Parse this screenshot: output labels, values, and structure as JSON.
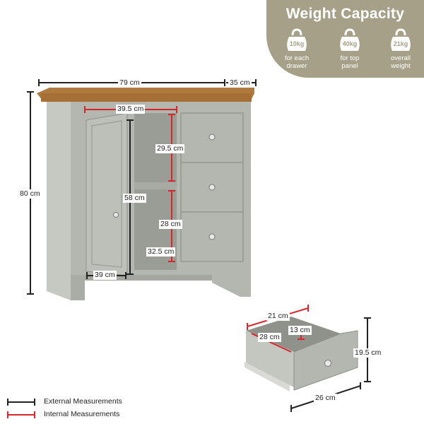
{
  "weight_capacity": {
    "title": "Weight Capacity",
    "items": [
      {
        "weight": "10kg",
        "caption_line1": "for each",
        "caption_line2": "drawer"
      },
      {
        "weight": "40kg",
        "caption_line1": "for top",
        "caption_line2": "panel"
      },
      {
        "weight": "21kg",
        "caption_line1": "overall",
        "caption_line2": "weight"
      }
    ]
  },
  "measurements": {
    "width": "79 cm",
    "depth": "35 cm",
    "height": "80 cm",
    "internal_width": "39.5 cm",
    "shelf_upper": "29.5 cm",
    "door_height": "58 cm",
    "shelf_lower": "28 cm",
    "bottom_space": "32.5 cm",
    "door_width": "39 cm",
    "drawer_inner_width": "21 cm",
    "drawer_inner_depth": "28 cm",
    "drawer_inner_height": "13 cm",
    "drawer_height": "19.5 cm",
    "drawer_width": "26 cm"
  },
  "legend": {
    "external": "External Measurements",
    "internal": "Internal Measurements",
    "external_color": "#222222",
    "internal_color": "#d9262b"
  },
  "colors": {
    "panel": "#a6a088",
    "cabinet": "#b4b6b0",
    "top": "#b07a3f"
  }
}
